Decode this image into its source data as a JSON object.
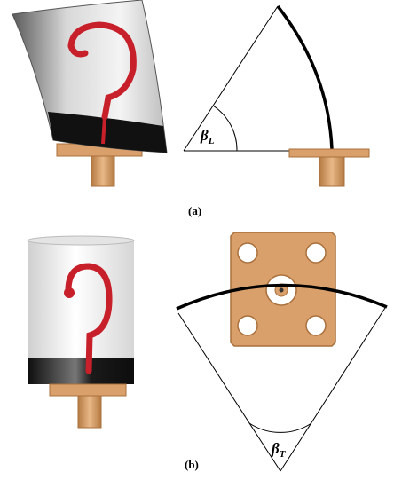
{
  "captions": {
    "a": "(a)",
    "b": "(b)"
  },
  "angles": {
    "longitudinal": {
      "symbol": "β",
      "subscript": "L"
    },
    "transverse": {
      "symbol": "β",
      "subscript": "T"
    }
  },
  "colors": {
    "copper": "#d9a06b",
    "copper_dark": "#a9703d",
    "trace_red": "#c8202a",
    "substrate_black": "#111111",
    "line": "#000000"
  },
  "icons": [
    "curved-antenna-3d-render",
    "cylindrical-antenna-3d-render",
    "sma-connector-flange"
  ]
}
